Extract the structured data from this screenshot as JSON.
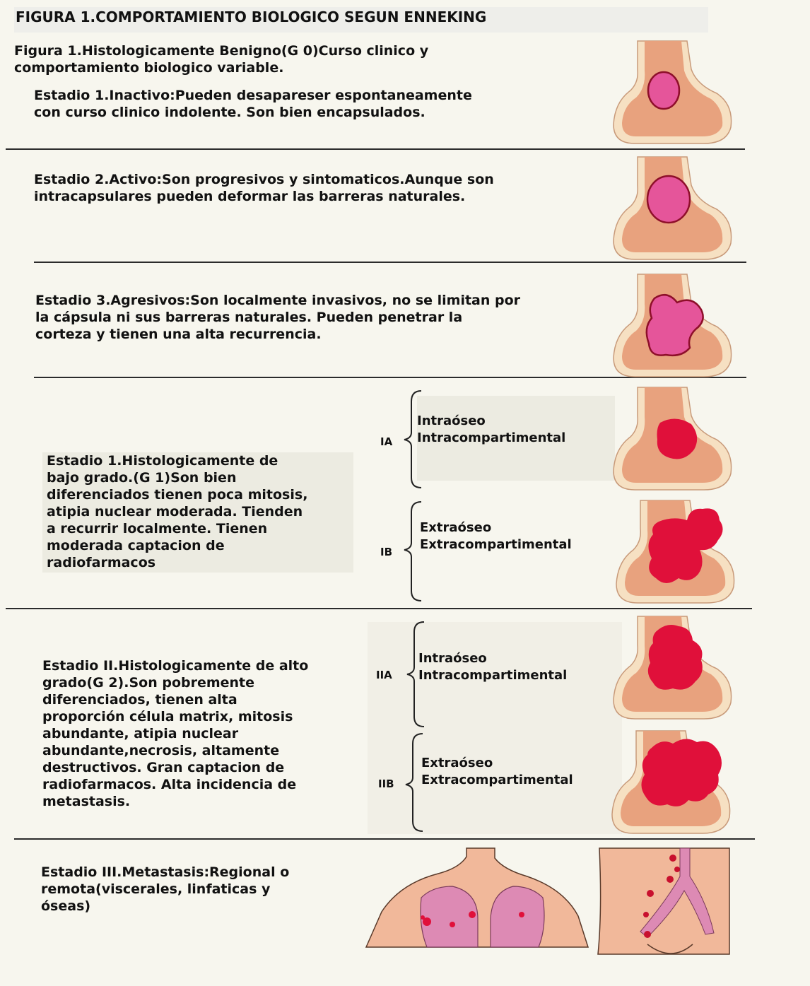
{
  "title": "FIGURA 1.COMPORTAMIENTO BIOLOGICO SEGUN ENNEKING",
  "benign": {
    "heading": "Figura 1.Histologicamente Benigno(G 0)Curso clinico y\ncomportamiento biologico variable.",
    "stage1": "Estadio 1.Inactivo:Pueden desapareser espontaneamente\ncon curso clinico indolente. Son bien encapsulados.",
    "stage2": "Estadio 2.Activo:Son progresivos y sintomaticos.Aunque son\nintracapsulares pueden deformar las barreras naturales.",
    "stage3": "Estadio 3.Agresivos:Son localmente invasivos, no se limitan por\nla cápsula ni sus barreras naturales. Pueden penetrar la\ncorteza y tienen una alta recurrencia."
  },
  "low_grade": {
    "text": "Estadio 1.Histologicamente de\nbajo grado.(G 1)Son bien\ndiferenciados tienen poca mitosis,\natipia nuclear moderada. Tienden\na recurrir localmente. Tienen\nmoderada captacion de\nradiofarmacos",
    "ia": {
      "code": "IA",
      "label": "Intraóseo\nIntracompartimental"
    },
    "ib": {
      "code": "IB",
      "label": "Extraóseo\nExtracompartimental"
    }
  },
  "high_grade": {
    "text": "Estadio II.Histologicamente de alto\ngrado(G 2).Son pobremente\ndiferenciados, tienen alta\nproporción célula matrix, mitosis\nabundante, atipia nuclear\nabundante,necrosis, altamente\ndestructivos. Gran captacion de\nradiofarmacos. Alta incidencia de\nmetastasis.",
    "iia": {
      "code": "IIA",
      "label": "Intraóseo\nIntracompartimental"
    },
    "iib": {
      "code": "IIB",
      "label": "Extraóseo\nExtracompartimental"
    }
  },
  "metastasis": {
    "text": "Estadio III.Metastasis:Regional o\nremota(viscerales, linfaticas y\nóseas)"
  },
  "colors": {
    "bone": "#e8a27e",
    "cortex": "#f6e0c2",
    "benign_lesion": "#e5559a",
    "malignant_lesion": "#e0103a",
    "skin": "#f1b89a",
    "lung": "#dd8ab4",
    "rule": "#2b2b2b"
  }
}
